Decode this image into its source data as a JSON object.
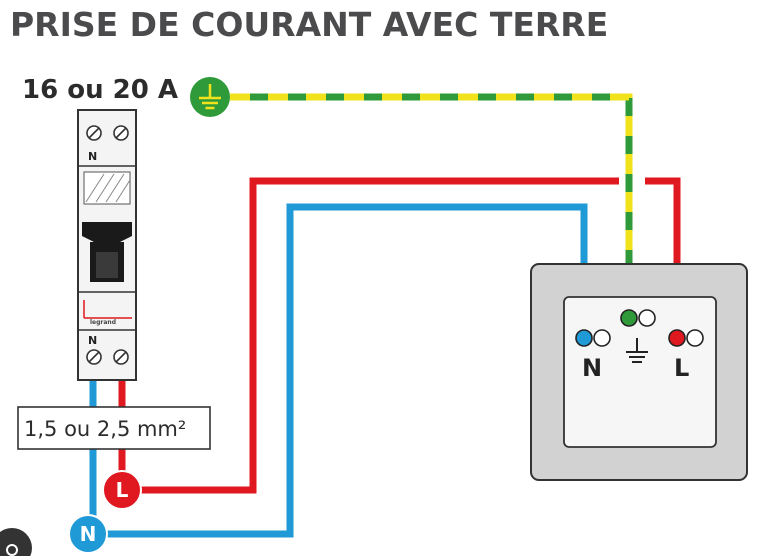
{
  "title": "PRISE DE COURANT AVEC TERRE",
  "breaker": {
    "rating_label": "16 ou 20 A",
    "top_terminal_label": "N",
    "bottom_terminal_label": "N",
    "brand": "legrand"
  },
  "cable_section_label": "1,5 ou 2,5 mm²",
  "outlet": {
    "neutral_label": "N",
    "live_label": "L"
  },
  "badges": {
    "live": "L",
    "neutral": "N"
  },
  "colors": {
    "live": "#e0181f",
    "neutral": "#1f9ad6",
    "earth_green": "#2f9a3a",
    "earth_yellow": "#f2e21c",
    "outlet_frame": "#cfcfcf",
    "outlet_face": "#f2f2f2",
    "breaker_body": "#f4f4f4"
  }
}
